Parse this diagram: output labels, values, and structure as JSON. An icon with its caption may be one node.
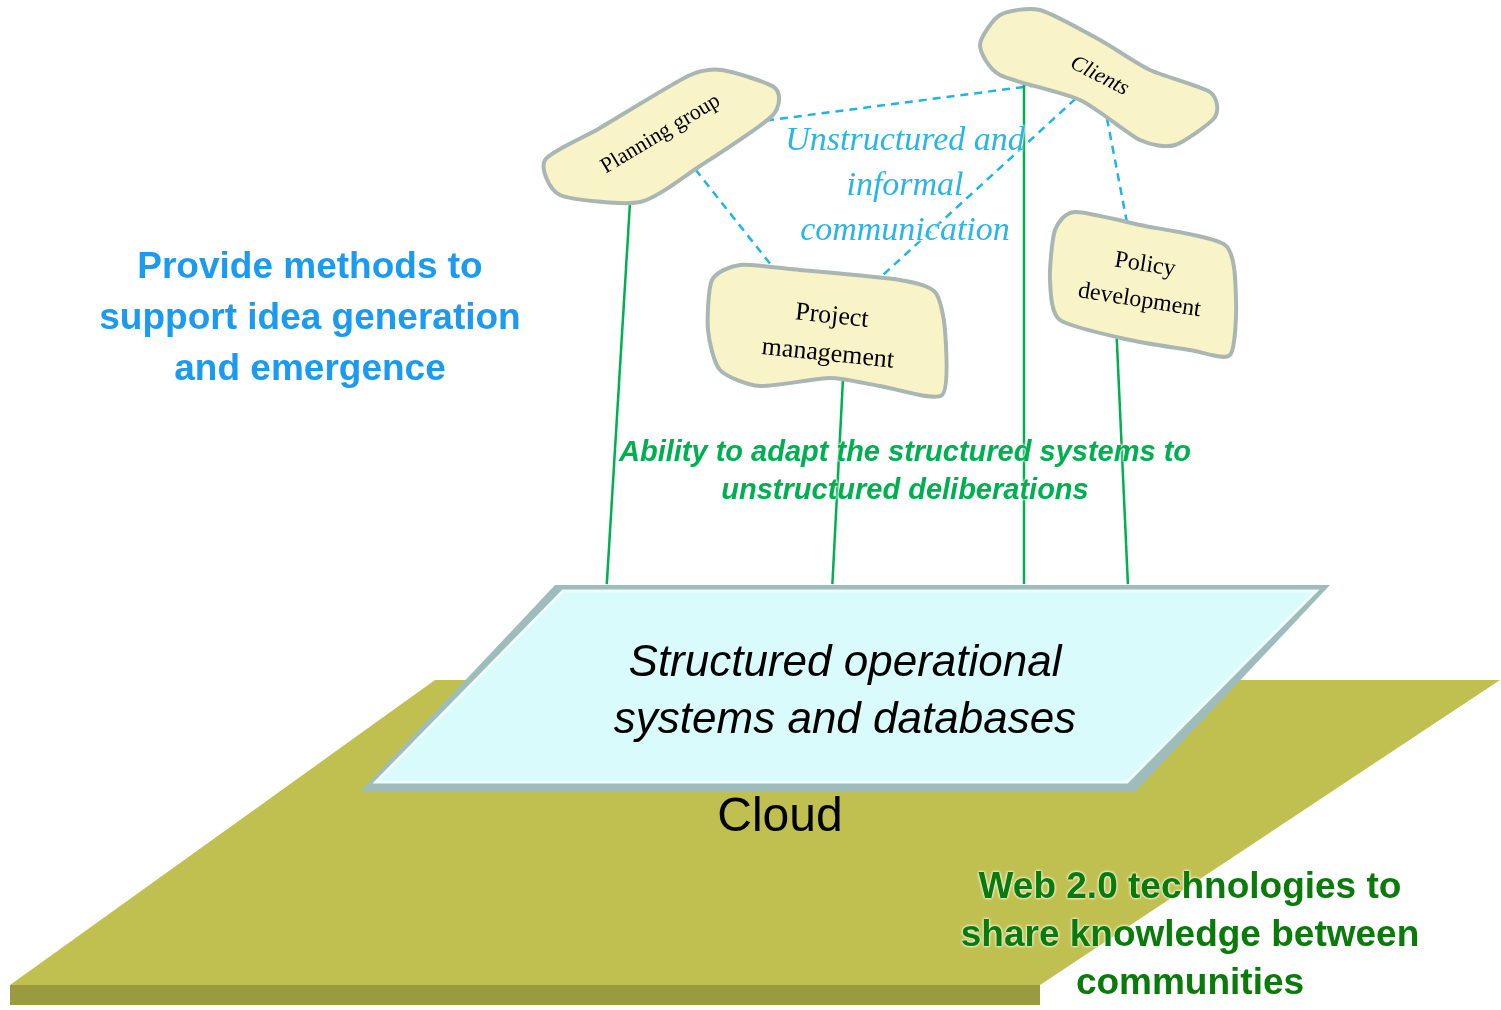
{
  "diagram": {
    "nodes": [
      {
        "text": [
          "Cloud"
        ]
      },
      {
        "text": [
          "Structured operational systems and databases"
        ]
      },
      {
        "text": [
          "Planning group"
        ]
      },
      {
        "text": [
          "Clients"
        ]
      },
      {
        "text": [
          "Project management"
        ]
      },
      {
        "text": [
          "Policy development"
        ]
      }
    ],
    "edges": [
      {
        "from": 2,
        "to": 3,
        "arrow": "none",
        "style": "dashed",
        "color": "#1fb4e8"
      },
      {
        "from": 2,
        "to": 4,
        "arrow": "none",
        "style": "dashed",
        "color": "#1fb4e8"
      },
      {
        "from": 3,
        "to": 4,
        "arrow": "none",
        "style": "dashed",
        "color": "#1fb4e8"
      },
      {
        "from": 3,
        "to": 5,
        "arrow": "none",
        "style": "dashed",
        "color": "#1fb4e8"
      },
      {
        "from": 2,
        "to": 1,
        "arrow": "none",
        "color": "#00b050"
      },
      {
        "from": 4,
        "to": 1,
        "arrow": "none",
        "color": "#00b050"
      },
      {
        "from": 3,
        "to": 1,
        "arrow": "none",
        "color": "#00b050"
      },
      {
        "from": 5,
        "to": 1,
        "arrow": "none",
        "color": "#00b050"
      }
    ],
    "labels": [
      "Unstructured and informal communication",
      "Provide methods to support idea generation and emergence",
      "Ability to adapt the structured systems to unstructured deliberations",
      "Web 2.0 technologies to share knowledge between communities"
    ]
  }
}
